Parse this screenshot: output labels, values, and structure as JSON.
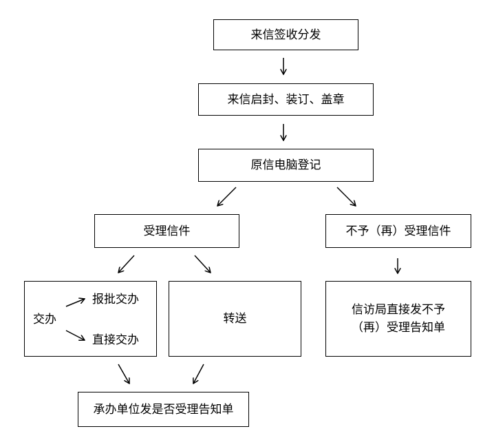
{
  "flow": {
    "step1": "来信签收分发",
    "step2": "来信启封、装订、盖章",
    "step3": "原信电脑登记",
    "accept": "受理信件",
    "reject": "不予（再）受理信件",
    "handover": {
      "label": "交办",
      "option1": "报批交办",
      "option2": "直接交办"
    },
    "forward": "转送",
    "notice": {
      "line1": "信访局直接发不予",
      "line2": "（再）受理告知单"
    },
    "final": "承办单位发是否受理告知单"
  },
  "colors": {
    "stroke": "#000000",
    "background": "#ffffff"
  }
}
